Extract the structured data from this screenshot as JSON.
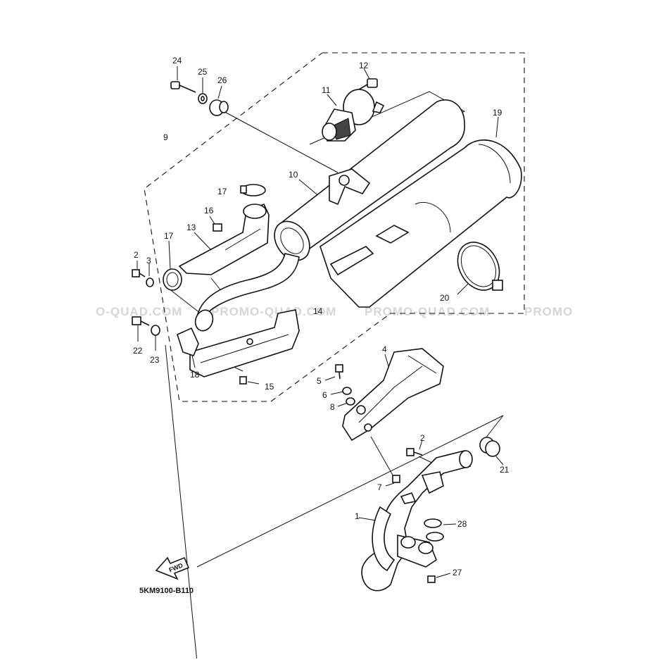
{
  "watermarks": [
    "O-QUAD.COM",
    "PROMO-QUAD.COM",
    "PROMO-QUAD.COM",
    "PROMO"
  ],
  "diagram_code": "5KM9100-B110",
  "fwd_label": "FWD",
  "callouts": {
    "c1": "1",
    "c2a": "2",
    "c2b": "2",
    "c3": "3",
    "c4": "4",
    "c5": "5",
    "c6": "6",
    "c7": "7",
    "c8": "8",
    "c9": "9",
    "c10": "10",
    "c11": "11",
    "c12": "12",
    "c13": "13",
    "c14": "14",
    "c15": "15",
    "c16": "16",
    "c17a": "17",
    "c17b": "17",
    "c18": "18",
    "c19": "19",
    "c20": "20",
    "c21": "21",
    "c22": "22",
    "c23": "23",
    "c24": "24",
    "c25": "25",
    "c26": "26",
    "c27": "27",
    "c28": "28"
  }
}
